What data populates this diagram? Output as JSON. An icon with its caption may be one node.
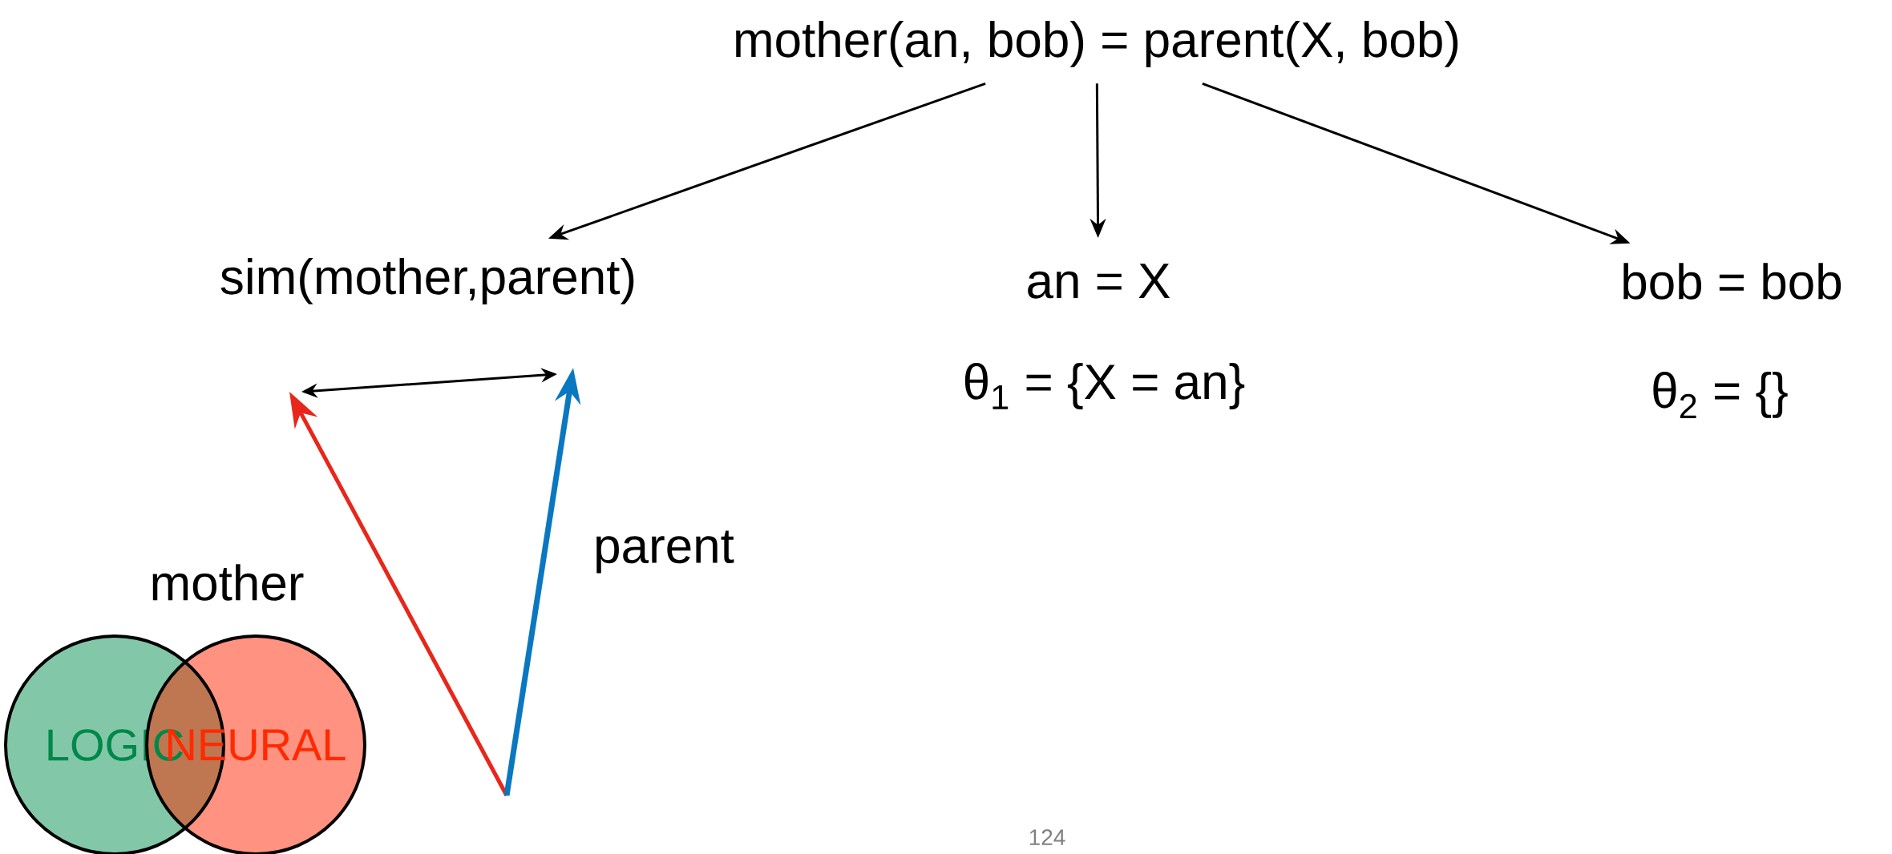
{
  "diagram": {
    "nodes": [
      {
        "text": [
          "mother(an, bob) = parent(X, bob)"
        ]
      },
      {
        "text": [
          "sim(mother,parent)"
        ]
      },
      {
        "text": [
          "an = X"
        ],
        "beside": [
          "θ$_{1}$ = {X = an}"
        ]
      },
      {
        "text": [
          "bob = bob"
        ],
        "beside": [
          "θ$_{2}$ = {}"
        ]
      },
      {
        "text": [
          "LOGIC"
        ]
      },
      {
        "text": [
          "NEURAL"
        ]
      }
    ],
    "edges": [
      {
        "from": 0,
        "to": 1,
        "arrow": "to"
      },
      {
        "from": 0,
        "to": 2,
        "arrow": "to"
      },
      {
        "from": 0,
        "to": 3,
        "arrow": "to"
      }
    ],
    "labels": [
      "mother",
      "parent",
      "124"
    ]
  }
}
